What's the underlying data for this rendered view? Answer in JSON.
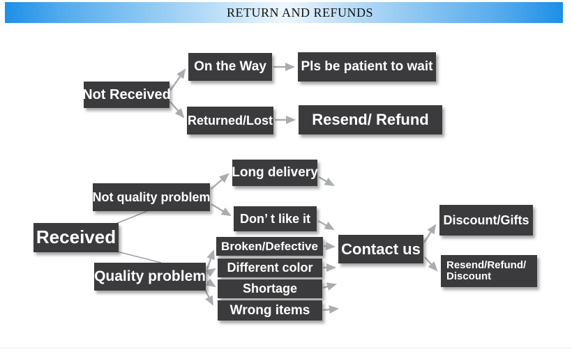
{
  "header": {
    "title": "RETURN AND REFUNDS"
  },
  "colors": {
    "accent_blue": "#1d8fe7",
    "box_background": "#3b3b3d",
    "box_text": "#ffffff",
    "arrow_gray": "#a9adb0",
    "title_text": "#141414"
  },
  "flowchart": {
    "nodes": {
      "not_received": {
        "label": "Not Received"
      },
      "on_the_way": {
        "label": "On the Way"
      },
      "pls_be_patient": {
        "label": "Pls be patient to wait"
      },
      "returned_lost": {
        "label": "Returned/Lost"
      },
      "resend_refund": {
        "label": "Resend/ Refund"
      },
      "received": {
        "label": "Received"
      },
      "not_quality_problem": {
        "label": "Not quality problem"
      },
      "quality_problem": {
        "label": "Quality problem"
      },
      "long_delivery": {
        "label": "Long delivery"
      },
      "dont_like_it": {
        "label": "Don’ t like it"
      },
      "broken_defective": {
        "label": "Broken/Defective"
      },
      "different_color": {
        "label": "Different color"
      },
      "shortage": {
        "label": "Shortage"
      },
      "wrong_items": {
        "label": "Wrong items"
      },
      "contact_us": {
        "label": "Contact us"
      },
      "discount_gifts": {
        "label": "Discount/Gifts"
      },
      "resend_refund_discount": {
        "label_line1": "Resend/Refund/",
        "label_line2": "Discount"
      }
    }
  }
}
